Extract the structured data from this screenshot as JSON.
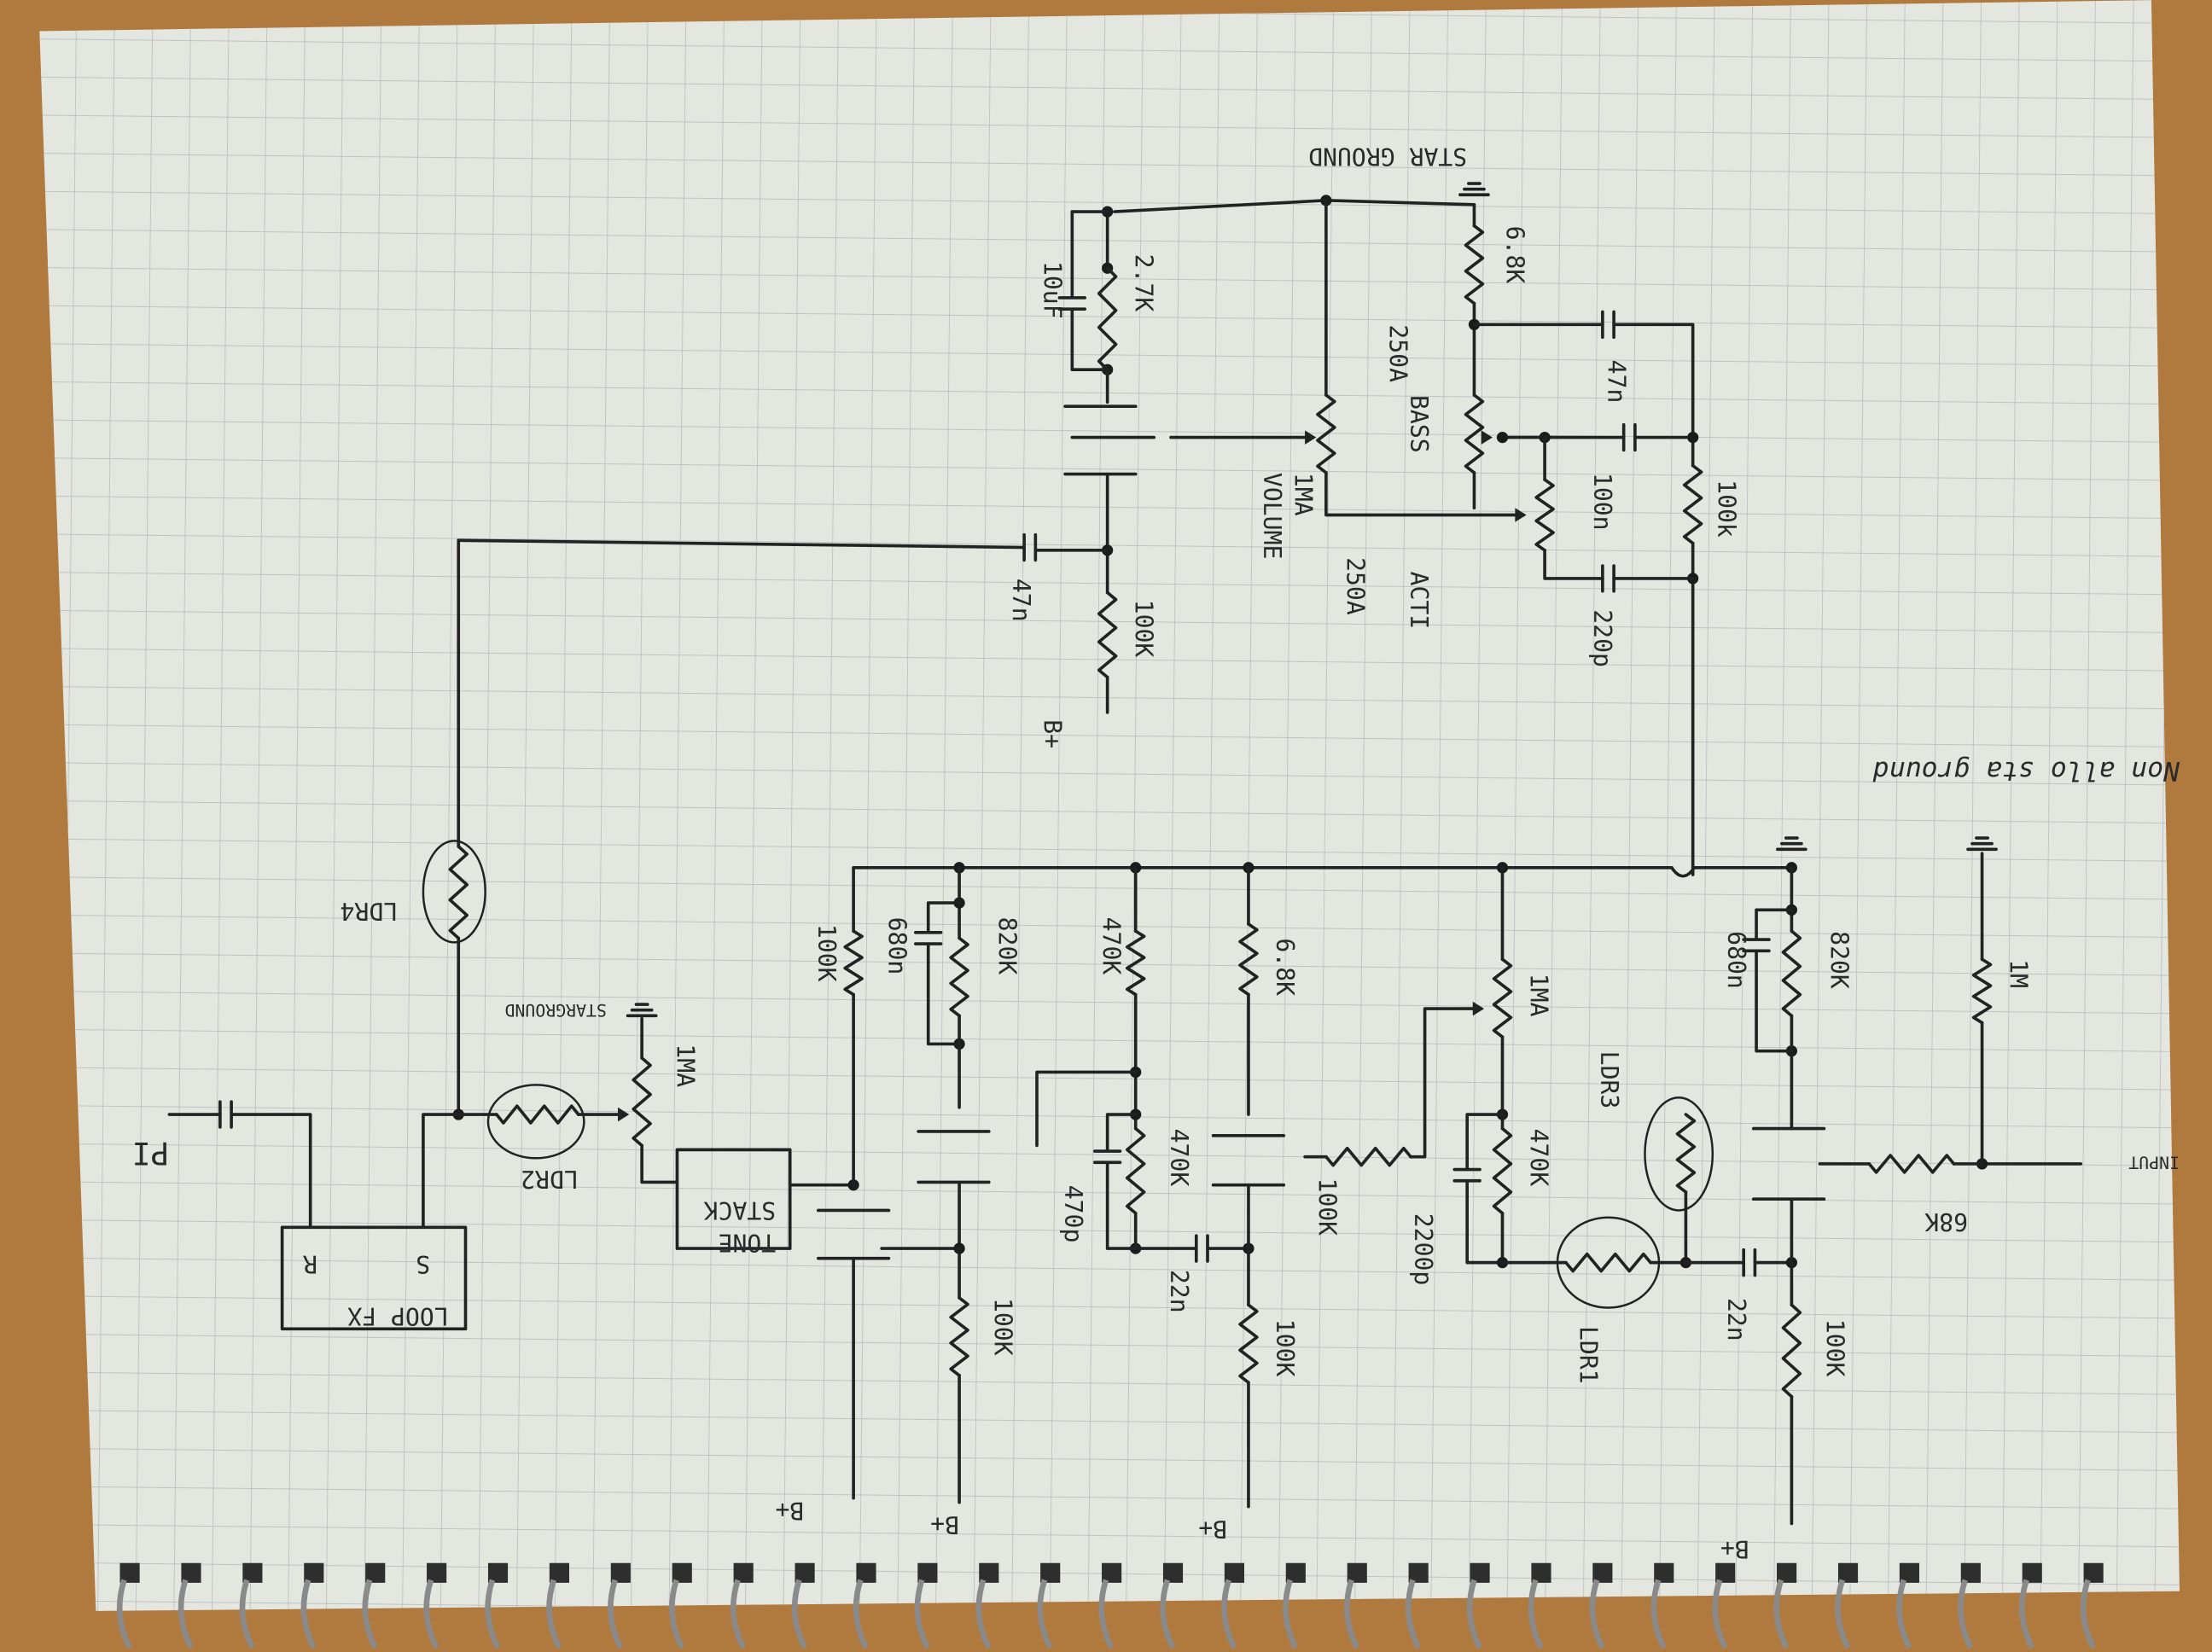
{
  "colors": {
    "desk": "#b07a3e",
    "paper": "#e4e6e0",
    "grid": "#b9bec0",
    "ink": "#222222",
    "spiral": "#3a3a3a"
  },
  "labels": {
    "star_ground_top": "STAR GROUND",
    "r_6k8_top": "6.8K",
    "c_47n_top": "47n",
    "bass": "BASS",
    "bass_value": "250A",
    "c_100n": "100n",
    "r_100k_tone": "100k",
    "treble": "ACTI",
    "treble_value": "250A",
    "c_220p": "220p",
    "volume_value": "1MA",
    "volume": "VOLUME",
    "r_2k7": "2.7K",
    "c_10uf": "10uF",
    "r_100k_plate": "100K",
    "c_47n_out": "47n",
    "bplus_1": "B+",
    "ldr4": "LDR4",
    "ldr2": "LDR2",
    "star_ground_small": "STARGROUND",
    "pot_1ma_fx": "1MA",
    "tone_stack_1": "TONE",
    "tone_stack_2": "STACK",
    "loop_fx": "LOOP FX",
    "send": "S",
    "return": "R",
    "pi": "PI",
    "r_100k_a": "100K",
    "c_680n_a": "680n",
    "r_820k_a": "820K",
    "r_100k_b": "100K",
    "r_470k_a": "470K",
    "r_470k_b": "470K",
    "c_470p": "470p",
    "c_22n_a": "22n",
    "r_6k8_b": "6.8K",
    "r_100k_c": "100K",
    "pot_1ma_gain": "1MA",
    "r_100k_d": "100K",
    "r_470k_c": "470K",
    "c_2200p": "2200p",
    "ldr1": "LDR1",
    "ldr3": "LDR3",
    "c_22n_b": "22n",
    "c_680n_b": "680n",
    "r_820k_b": "820K",
    "r_100k_e": "100K",
    "r_1m": "1M",
    "r_68k": "68K",
    "input": "INPUT",
    "note": "Non allo sta ground",
    "bplus_2": "B+",
    "bplus_3": "B+",
    "bplus_4": "B+",
    "bplus_5": "B+"
  }
}
